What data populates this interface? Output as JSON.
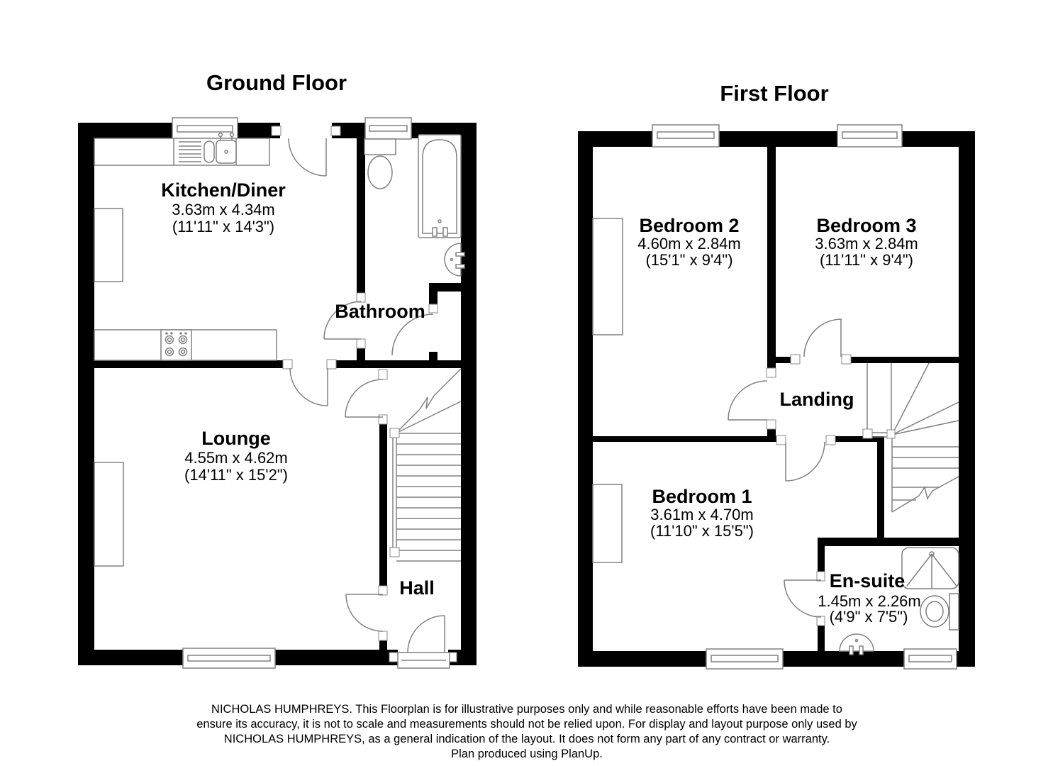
{
  "ground_floor": {
    "title": "Ground Floor",
    "rooms": {
      "kitchen_diner": {
        "name": "Kitchen/Diner",
        "size_metric": "3.63m x 4.34m",
        "size_imperial": "(11'11\" x 14'3\")"
      },
      "bathroom": {
        "name": "Bathroom"
      },
      "lounge": {
        "name": "Lounge",
        "size_metric": "4.55m x 4.62m",
        "size_imperial": "(14'11\" x 15'2\")"
      },
      "hall": {
        "name": "Hall"
      }
    }
  },
  "first_floor": {
    "title": "First Floor",
    "rooms": {
      "bedroom_2": {
        "name": "Bedroom 2",
        "size_metric": "4.60m x 2.84m",
        "size_imperial": "(15'1\" x 9'4\")"
      },
      "bedroom_3": {
        "name": "Bedroom 3",
        "size_metric": "3.63m x 2.84m",
        "size_imperial": "(11'11\" x 9'4\")"
      },
      "landing": {
        "name": "Landing"
      },
      "bedroom_1": {
        "name": "Bedroom 1",
        "size_metric": "3.61m x 4.70m",
        "size_imperial": "(11'10\" x 15'5\")"
      },
      "en_suite": {
        "name": "En-suite",
        "size_metric": "1.45m x 2.26m",
        "size_imperial": "(4'9\" x 7'5\")"
      }
    }
  },
  "disclaimer": {
    "line1": "NICHOLAS HUMPHREYS. This Floorplan is for illustrative purposes only and while reasonable efforts have been made to",
    "line2": "ensure its accuracy, it is not to scale and measurements should not be relied upon. For display and layout purpose only used by",
    "line3": "NICHOLAS HUMPHREYS, as a general indication of the layout. It does not form any part of any contract or warranty.",
    "line4": "Plan produced using PlanUp."
  },
  "colors": {
    "wall": "#000000",
    "line": "#808080",
    "text": "#000000",
    "background": "#ffffff"
  }
}
